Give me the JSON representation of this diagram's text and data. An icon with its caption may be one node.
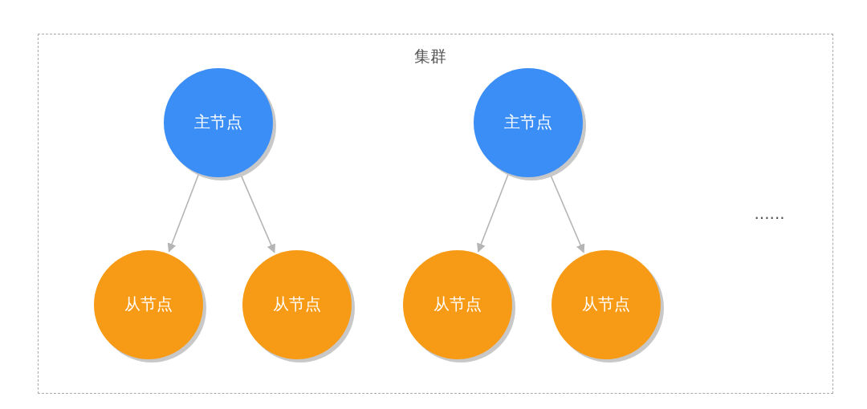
{
  "diagram": {
    "nodes": [
      {
        "text": [
          "集群"
        ]
      },
      {
        "text": [
          "主节点"
        ],
        "in": 0
      },
      {
        "text": [
          "从节点"
        ],
        "in": 0
      },
      {
        "text": [
          "从节点"
        ],
        "in": 0
      },
      {
        "text": [
          "主节点"
        ],
        "in": 0
      },
      {
        "text": [
          "从节点"
        ],
        "in": 0
      },
      {
        "text": [
          "从节点"
        ],
        "in": 0
      }
    ],
    "edges": [
      {
        "from": 1,
        "to": 2,
        "arrow": "to"
      },
      {
        "from": 1,
        "to": 3,
        "arrow": "to"
      },
      {
        "from": 4,
        "to": 5,
        "arrow": "to"
      },
      {
        "from": 4,
        "to": 6,
        "arrow": "to"
      }
    ],
    "labels": [
      "......"
    ]
  }
}
